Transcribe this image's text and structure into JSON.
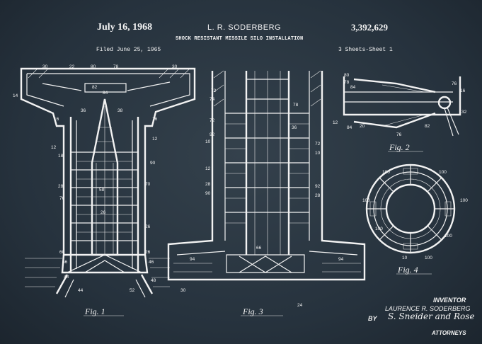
{
  "header": {
    "date": "July 16, 1968",
    "inventor_head": "L. R. SODERBERG",
    "patent_number": "3,392,629",
    "title": "SHOCK RESISTANT MISSILE SILO INSTALLATION",
    "filed": "Filed June 25, 1965",
    "sheets": "3 Sheets-Sheet 1"
  },
  "figures": {
    "fig1": "Fig. 1",
    "fig2": "Fig. 2",
    "fig3": "Fig. 3",
    "fig4": "Fig. 4"
  },
  "footer": {
    "inventor_label": "INVENTOR",
    "inventor_name": "LAURENCE R. SODERBERG",
    "by": "BY",
    "signature": "S. Sneider and Rose",
    "attorneys": "ATTORNEYS"
  },
  "colors": {
    "background": "#26323d",
    "ink": "#f2f2f2"
  }
}
